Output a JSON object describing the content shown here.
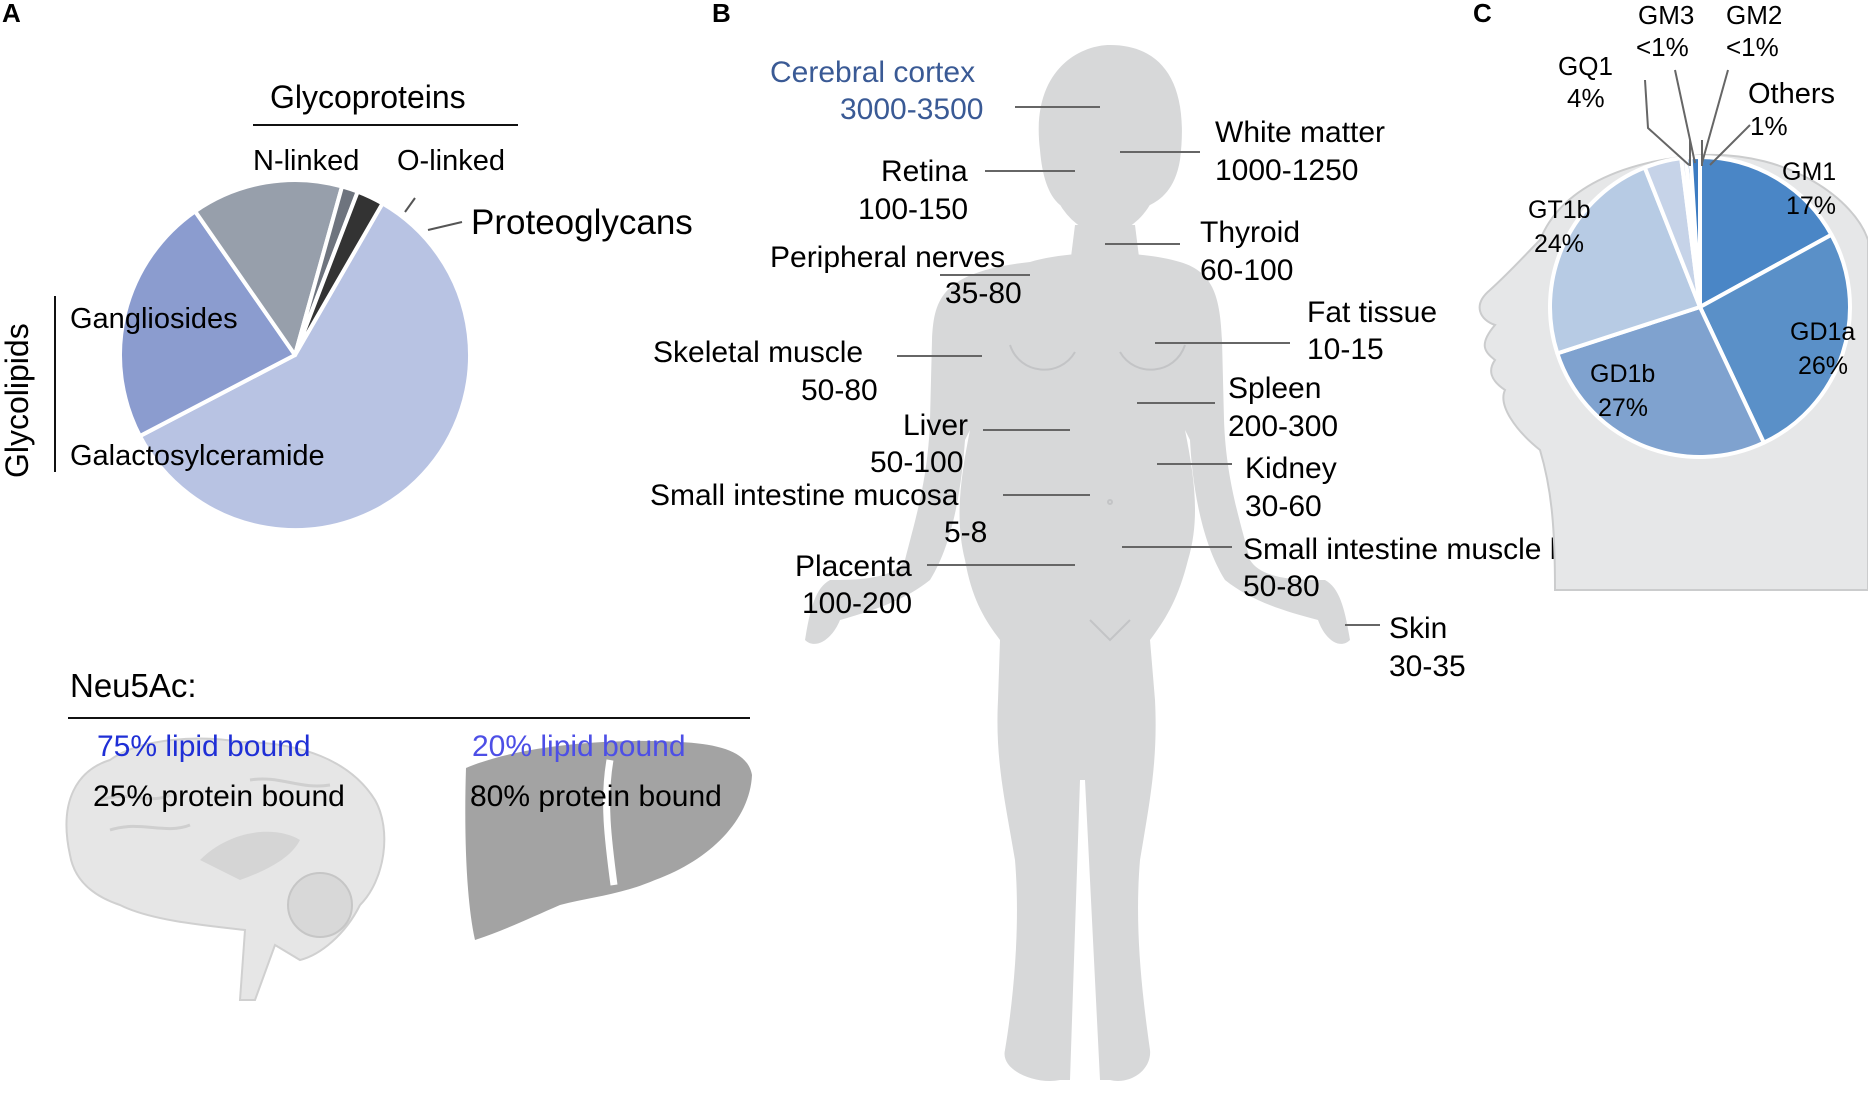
{
  "panels": {
    "a": "A",
    "b": "B",
    "c": "C"
  },
  "panel_a": {
    "glycoproteins_header": "Glycoproteins",
    "glycolipids_label": "Glycolipids",
    "slice_labels": {
      "n_linked": "N-linked",
      "o_linked": "O-linked",
      "proteoglycans": "Proteoglycans",
      "gangliosides": "Gangliosides",
      "galactosylceramide": "Galactosylceramide"
    },
    "neu5ac": {
      "title": "Neu5Ac:",
      "brain_lipid": "75% lipid bound",
      "brain_protein": "25% protein bound",
      "liver_lipid": "20% lipid bound",
      "liver_protein": "80% protein bound"
    }
  },
  "panel_b": {
    "tissues": [
      {
        "name": "Cerebral cortex",
        "value": "3000-3500"
      },
      {
        "name": "White matter",
        "value": "1000-1250"
      },
      {
        "name": "Retina",
        "value": "100-150"
      },
      {
        "name": "Thyroid",
        "value": "60-100"
      },
      {
        "name": "Peripheral nerves",
        "value": "35-80"
      },
      {
        "name": "Fat tissue",
        "value": "10-15"
      },
      {
        "name": "Skeletal muscle",
        "value": "50-80"
      },
      {
        "name": "Spleen",
        "value": "200-300"
      },
      {
        "name": "Liver",
        "value": "50-100"
      },
      {
        "name": "Kidney",
        "value": "30-60"
      },
      {
        "name": "Small intestine mucosa",
        "value": "5-8"
      },
      {
        "name": "Small intestine muscle layer",
        "value": "50-80"
      },
      {
        "name": "Placenta",
        "value": "100-200"
      },
      {
        "name": "Skin",
        "value": "30-35"
      }
    ]
  },
  "panel_c": {
    "labels": {
      "gm3": "GM3",
      "gm3_pct": "<1%",
      "gm2": "GM2",
      "gm2_pct": "<1%",
      "gq1": "GQ1",
      "gq1_pct": "4%",
      "others": "Others",
      "others_pct": "1%",
      "gm1": "GM1",
      "gm1_pct": "17%",
      "gt1b": "GT1b",
      "gt1b_pct": "24%",
      "gd1a": "GD1a",
      "gd1a_pct": "26%",
      "gd1b": "GD1b",
      "gd1b_pct": "27%"
    }
  },
  "chart_data": [
    {
      "type": "pie",
      "panel": "A",
      "categories": [
        "Galactosylceramide",
        "Gangliosides",
        "N-linked",
        "O-linked",
        "Proteoglycans"
      ],
      "values": [
        59,
        23,
        14,
        1.5,
        2.5
      ],
      "colors": [
        "#b8c3e3",
        "#8b9ccf",
        "#979fab",
        "#6e747e",
        "#333333"
      ]
    },
    {
      "type": "pie",
      "panel": "C",
      "categories": [
        "GM1",
        "GD1a",
        "GD1b",
        "GT1b",
        "GQ1",
        "GM3",
        "GM2",
        "Others"
      ],
      "values": [
        17,
        26,
        27,
        24,
        4,
        0.5,
        0.5,
        1
      ],
      "colors": [
        "#4a86c6",
        "#5a90c8",
        "#7fa2cf",
        "#b7cbe4",
        "#c6d3e8",
        "#cfd9ea",
        "#7ba3d2",
        "#3d7cc2"
      ]
    }
  ],
  "colors": {
    "cortex_text": "#3a5a95",
    "brain_lipid_text": "#1f2fd6",
    "liver_lipid_text": "#4d4fe6",
    "body_fill": "#d7d8d9",
    "liver_fill": "#a3a3a3"
  }
}
